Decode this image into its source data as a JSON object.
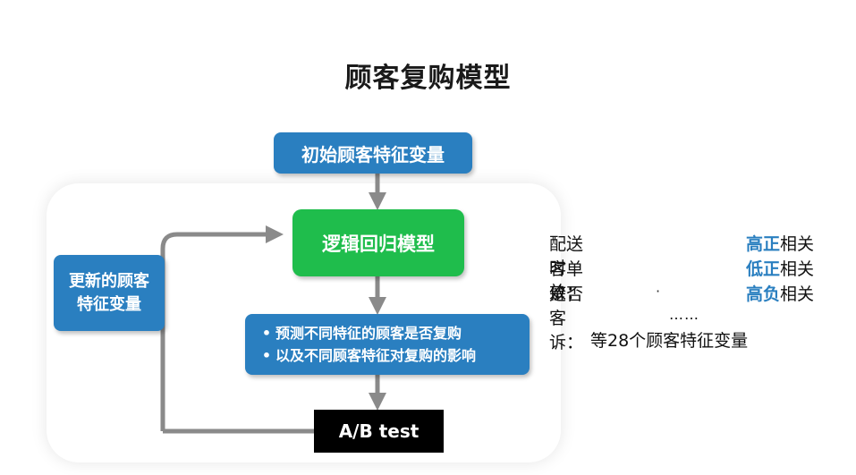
{
  "title": "顾客复购模型",
  "boxes": {
    "initial": "初始顾客特征变量",
    "model": "逻辑回归模型",
    "updated_line1": "更新的顾客",
    "updated_line2": "特征变量",
    "predict": [
      "预测不同特征的顾客是否复购",
      "以及不同顾客特征对复购的影响"
    ],
    "ab_test": "A/B test"
  },
  "bullet_symbol": "•",
  "features": [
    {
      "label": "配送时效：",
      "emphasis": "高正",
      "suffix": "相关"
    },
    {
      "label": "客单价：",
      "emphasis": "低正",
      "suffix": "相关"
    },
    {
      "label": "是否客诉：",
      "emphasis": "高负",
      "suffix": "相关"
    }
  ],
  "feature_dot": "·",
  "ellipsis": "……",
  "more_note": "等28个顾客特征变量",
  "colors": {
    "blue": "#2a7fc0",
    "green": "#1fbd4c",
    "black": "#000000",
    "arrow": "#8a8a8a"
  }
}
